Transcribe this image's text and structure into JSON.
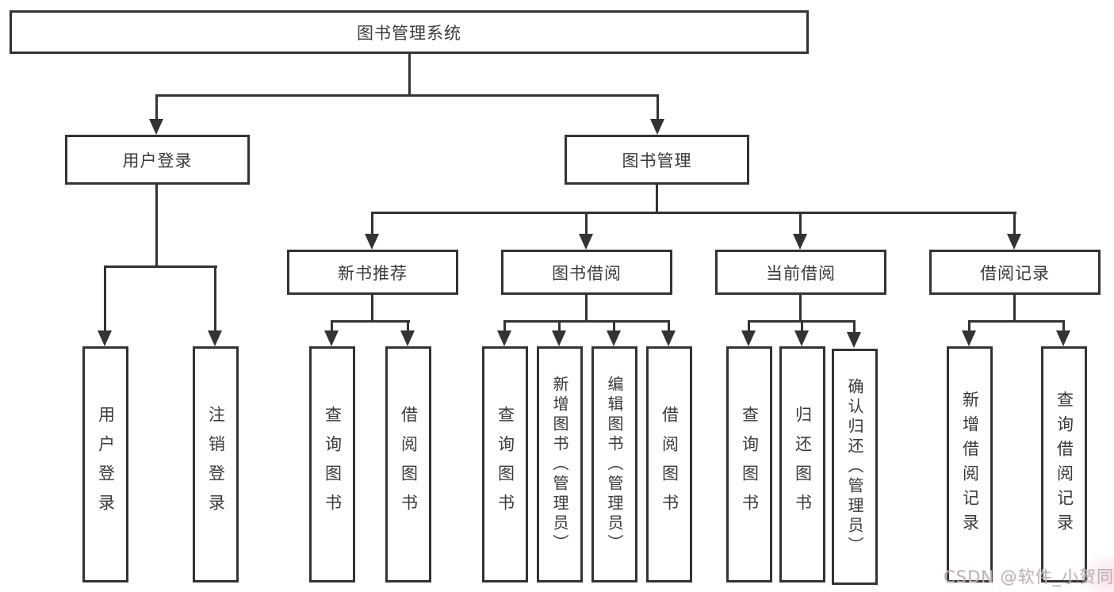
{
  "diagram": {
    "root": {
      "label": "图书管理系统"
    },
    "level2": {
      "user_login": {
        "label": "用户登录"
      },
      "book_management": {
        "label": "图书管理"
      }
    },
    "level3": {
      "new_book_recommend": {
        "label": "新书推荐"
      },
      "book_borrow": {
        "label": "图书借阅"
      },
      "current_borrow": {
        "label": "当前借阅"
      },
      "borrow_records": {
        "label": "借阅记录"
      }
    },
    "leaves": {
      "user_login": [
        "用户登录",
        "注销登录"
      ],
      "new_book_recommend": [
        "查询图书",
        "借阅图书"
      ],
      "book_borrow": [
        "查询图书",
        "新增图书（管理员）",
        "编辑图书（管理员）",
        "借阅图书"
      ],
      "current_borrow": [
        "查询图书",
        "归还图书",
        "确认归还（管理员）"
      ],
      "borrow_records": [
        "新增借阅记录",
        "查询借阅记录"
      ]
    },
    "colors": {
      "line": "#333333",
      "text": "#3a3a3a",
      "background": "#ffffff",
      "watermark": "#b5b5b5"
    }
  },
  "watermark": {
    "text": "CSDN @软件_小贺同学"
  }
}
